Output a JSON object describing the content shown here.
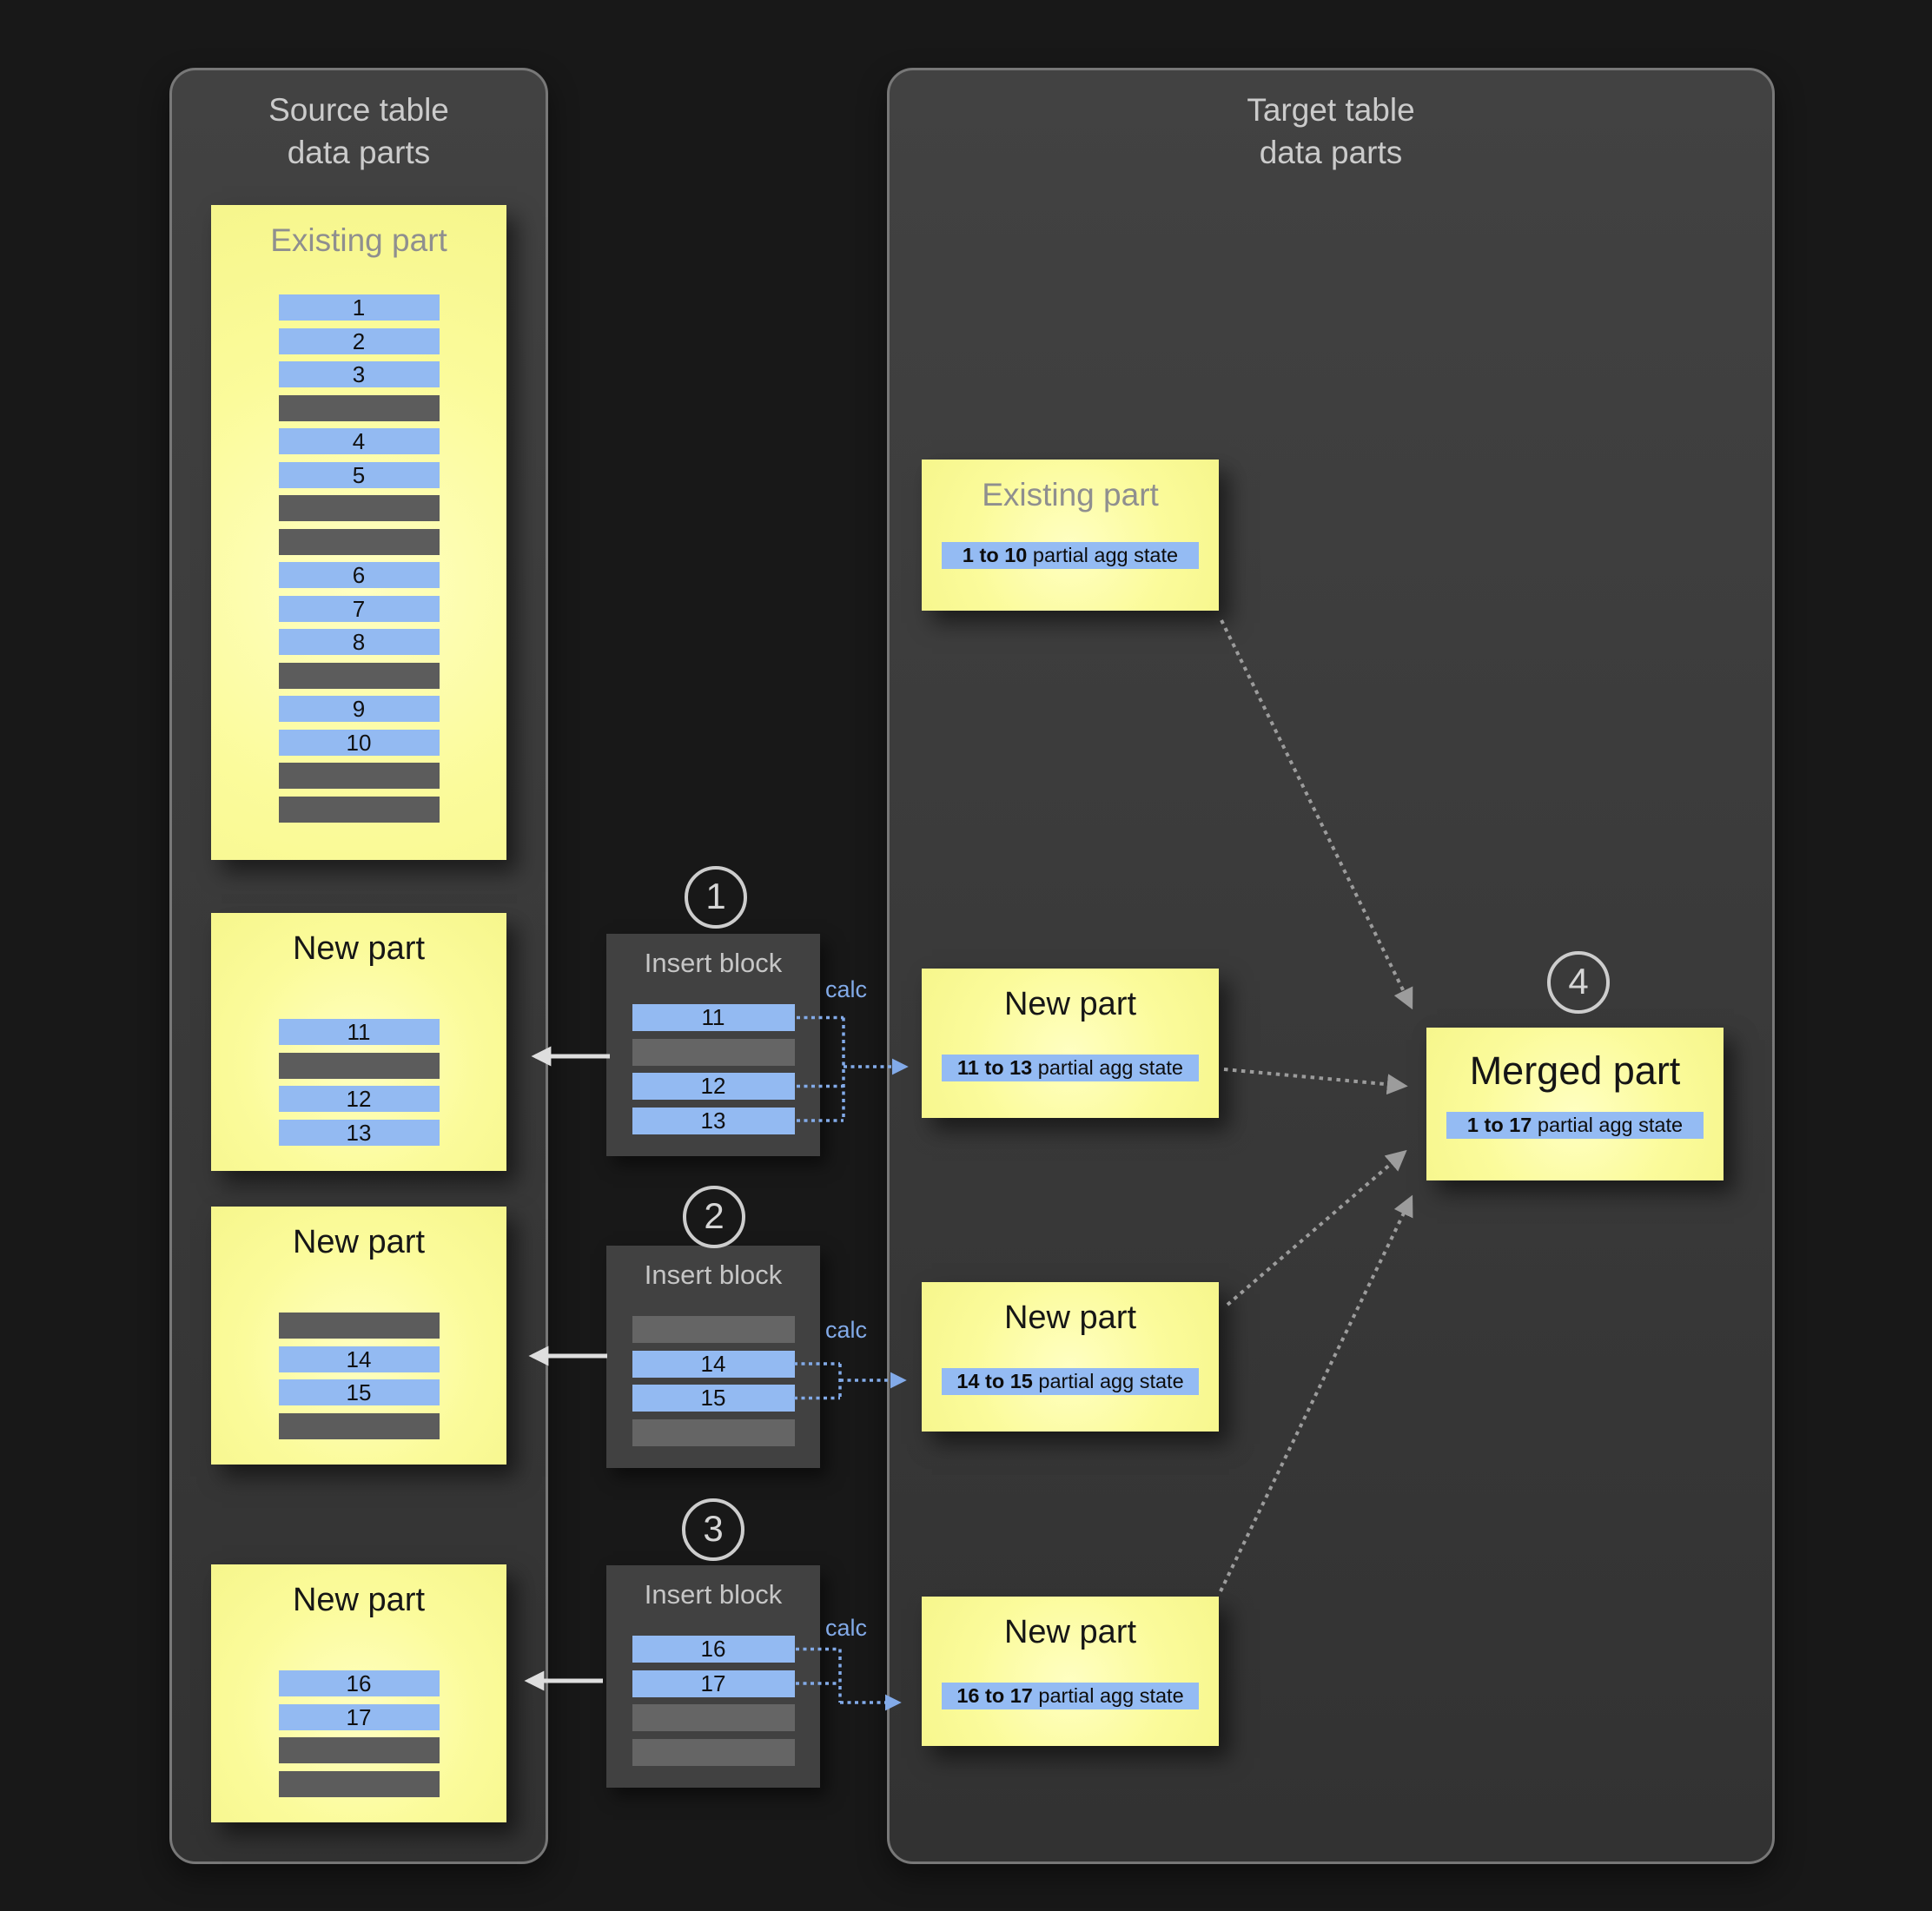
{
  "colors": {
    "background": "#181818",
    "panel": "#3a3a3a",
    "part_yellow": "#fbfb9b",
    "row_blue": "#93baf2",
    "row_gray": "#5c5c5c",
    "calc_blue": "#82aae8",
    "dotted_arrow_gray": "#9c9c9c",
    "solid_arrow_white": "#dedede"
  },
  "source_panel": {
    "title": "Source table\ndata parts",
    "existing_part": {
      "title": "Existing part",
      "rows": [
        "1",
        "2",
        "3",
        "",
        "4",
        "5",
        "",
        "",
        "6",
        "7",
        "8",
        "",
        "9",
        "10",
        "",
        ""
      ]
    },
    "new_parts": [
      {
        "title": "New part",
        "rows": [
          "11",
          "",
          "12",
          "13"
        ]
      },
      {
        "title": "New part",
        "rows": [
          "",
          "14",
          "15",
          ""
        ]
      },
      {
        "title": "New part",
        "rows": [
          "16",
          "17",
          "",
          ""
        ]
      }
    ]
  },
  "insert_blocks": [
    {
      "step": "1",
      "title": "Insert block",
      "calc_label": "calc",
      "rows": [
        "11",
        "",
        "12",
        "13"
      ]
    },
    {
      "step": "2",
      "title": "Insert block",
      "calc_label": "calc",
      "rows": [
        "",
        "14",
        "15",
        ""
      ]
    },
    {
      "step": "3",
      "title": "Insert block",
      "calc_label": "calc",
      "rows": [
        "16",
        "17",
        "",
        ""
      ]
    }
  ],
  "target_panel": {
    "title": "Target table\ndata parts",
    "existing_part": {
      "title": "Existing part",
      "agg_range": "1 to 10",
      "agg_rest": " partial agg state"
    },
    "new_parts": [
      {
        "title": "New part",
        "agg_range": "11 to 13",
        "agg_rest": " partial agg state"
      },
      {
        "title": "New part",
        "agg_range": "14 to 15",
        "agg_rest": " partial agg state"
      },
      {
        "title": "New part",
        "agg_range": "16 to 17",
        "agg_rest": " partial agg state"
      }
    ],
    "merged_part": {
      "step": "4",
      "title": "Merged part",
      "agg_range": "1 to 17",
      "agg_rest": " partial agg state"
    }
  }
}
